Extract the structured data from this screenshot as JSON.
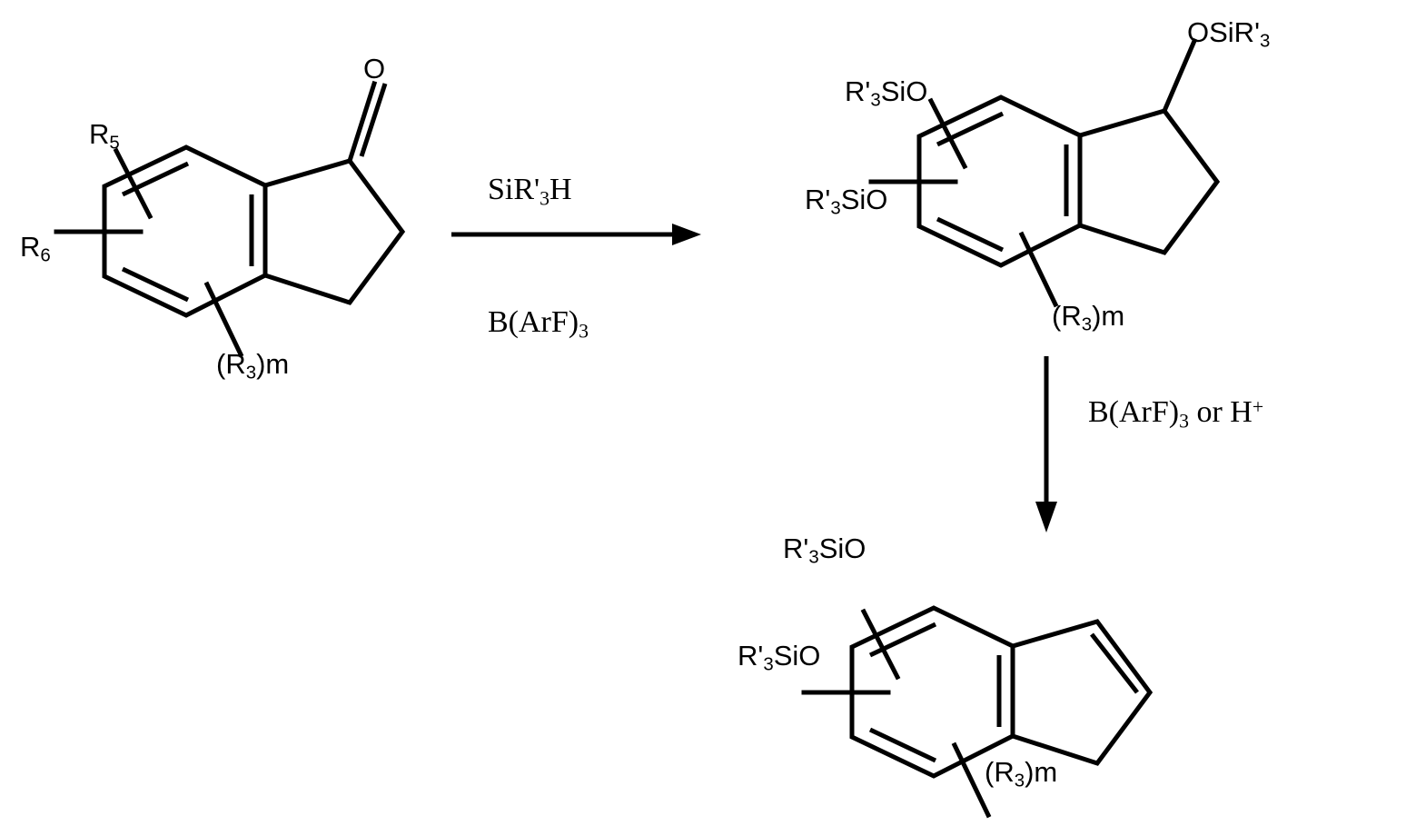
{
  "scheme": {
    "title": "Silane reduction of indanone to silyl-protected indene",
    "background_color": "#ffffff",
    "line_color": "#000000"
  },
  "structures": [
    {
      "id": "starting-material",
      "name": "substituted-1-indanone",
      "labels": {
        "r5": {
          "base": "R",
          "sub": "5"
        },
        "r6": {
          "base": "R",
          "sub": "6"
        },
        "r3m_open": "(R",
        "r3m_sub": "3",
        "r3m_close": ")m",
        "oxygen": "O"
      }
    },
    {
      "id": "intermediate",
      "name": "bis-silyloxy-silyl-ether-indane",
      "labels": {
        "osir3_base": "OSiR'",
        "osir3_sub": "3",
        "silyloxy_upper_base": "R'",
        "silyloxy_upper_sub": "3",
        "silyloxy_upper_tail": "SiO",
        "silyloxy_lower_base": "R'",
        "silyloxy_lower_sub": "3",
        "silyloxy_lower_tail": "SiO",
        "r3m_open": "(R",
        "r3m_sub": "3",
        "r3m_close": ")m"
      }
    },
    {
      "id": "product",
      "name": "bis-silyloxy-indene",
      "labels": {
        "silyloxy_upper_base": "R'",
        "silyloxy_upper_sub": "3",
        "silyloxy_upper_tail": "SiO",
        "silyloxy_lower_base": "R'",
        "silyloxy_lower_sub": "3",
        "silyloxy_lower_tail": "SiO",
        "r3m_open": "(R",
        "r3m_sub": "3",
        "r3m_close": ")m"
      }
    }
  ],
  "arrows": [
    {
      "id": "horizontal-arrow",
      "direction": "right",
      "reagent_above": {
        "base": "SiR'",
        "sub": "3",
        "tail": "H"
      },
      "reagent_below": {
        "base": "B(ArF)",
        "sub": "3",
        "tail": ""
      }
    },
    {
      "id": "vertical-arrow",
      "direction": "down",
      "reagent_side": {
        "base": "B(ArF)",
        "sub": "3",
        "mid": " or H",
        "sup": "+"
      }
    }
  ]
}
